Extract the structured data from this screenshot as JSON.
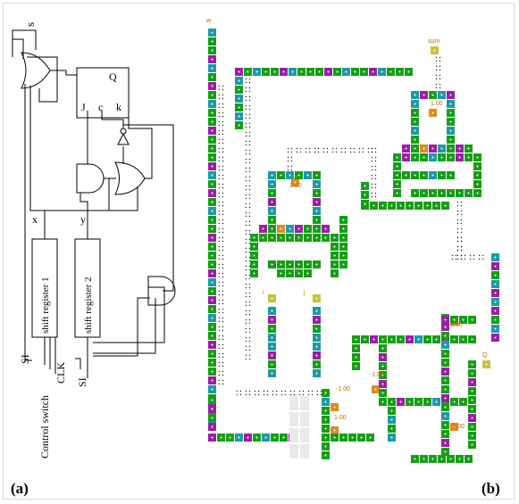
{
  "panel_a": {
    "label": "(a)",
    "output_label": "s",
    "ff_labels": {
      "j": "J",
      "q": "Q",
      "c": "c",
      "k": "k"
    },
    "x_label": "x",
    "y_label": "y",
    "sr1_label": "shift register 1",
    "sr2_label": "shift register 2",
    "si1_label": "SI",
    "si2_label": "SI",
    "clk_label": "CLK",
    "control_label": "Control switch"
  },
  "panel_b": {
    "label": "(b)",
    "tag_top_left": "w",
    "tag_sum": "sum",
    "tag_q": "Q",
    "tag_left_mid": "i",
    "tag_right_mid": "j",
    "val_top": "1.00",
    "val_mid": "1.00",
    "val_left": "-1.00",
    "val_center": "-1.00",
    "val_bottom_left": "1.00",
    "val_right": "-1.00",
    "val_bottom_right": "-1.00"
  },
  "colors": {
    "green": "#169f16",
    "purple": "#9b1fa5",
    "teal": "#1e9aa6",
    "orange": "#e08a1e",
    "olive": "#c9c33a",
    "dots": "#222222"
  }
}
